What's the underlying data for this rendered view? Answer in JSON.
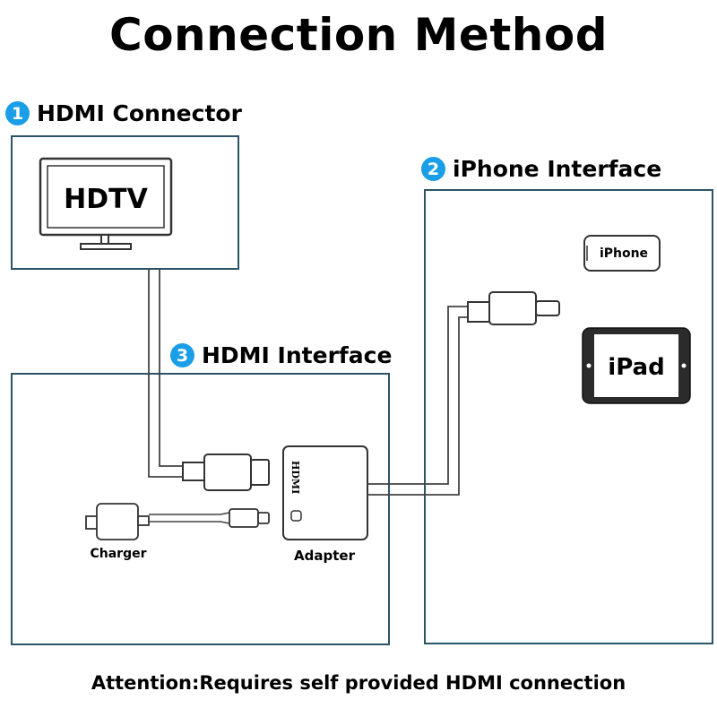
{
  "title": "Connection Method",
  "sections": [
    {
      "number": "1",
      "label": "HDMI Connector"
    },
    {
      "number": "2",
      "label": "iPhone Interface"
    },
    {
      "number": "3",
      "label": "HDMI Interface"
    }
  ],
  "devices": {
    "hdtv": "HDTV",
    "iphone": "iPhone",
    "ipad": "iPad",
    "adapter_port": "HDMI",
    "adapter": "Adapter",
    "charger": "Charger"
  },
  "footer": "Attention:Requires self provided HDMI connection",
  "colors": {
    "accent": "#1a9ee8",
    "frame": "#2c5468",
    "stroke": "#333333"
  }
}
